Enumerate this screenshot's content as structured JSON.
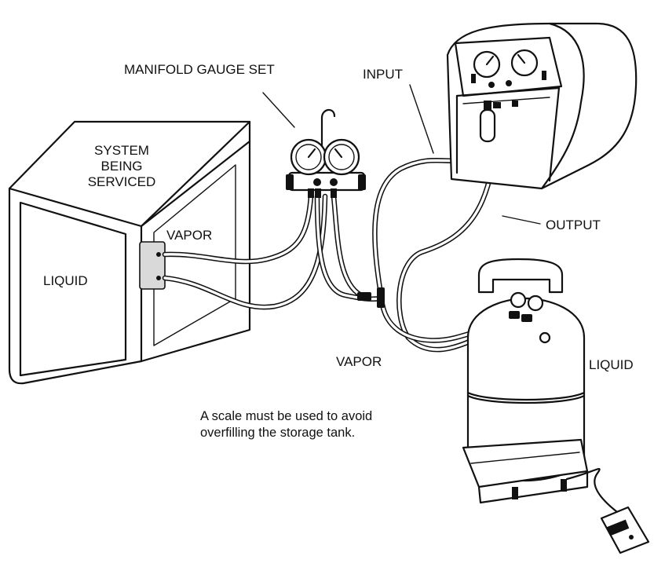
{
  "labels": {
    "manifold": "MANIFOLD GAUGE SET",
    "input": "INPUT",
    "output": "OUTPUT",
    "system_line1": "SYSTEM",
    "system_line2": "BEING",
    "system_line3": "SERVICED",
    "vapor_system": "VAPOR",
    "liquid_system": "LIQUID",
    "vapor_tank": "VAPOR",
    "liquid_tank": "LIQUID",
    "scale_note": "A scale must be used to avoid overfilling the storage tank."
  }
}
